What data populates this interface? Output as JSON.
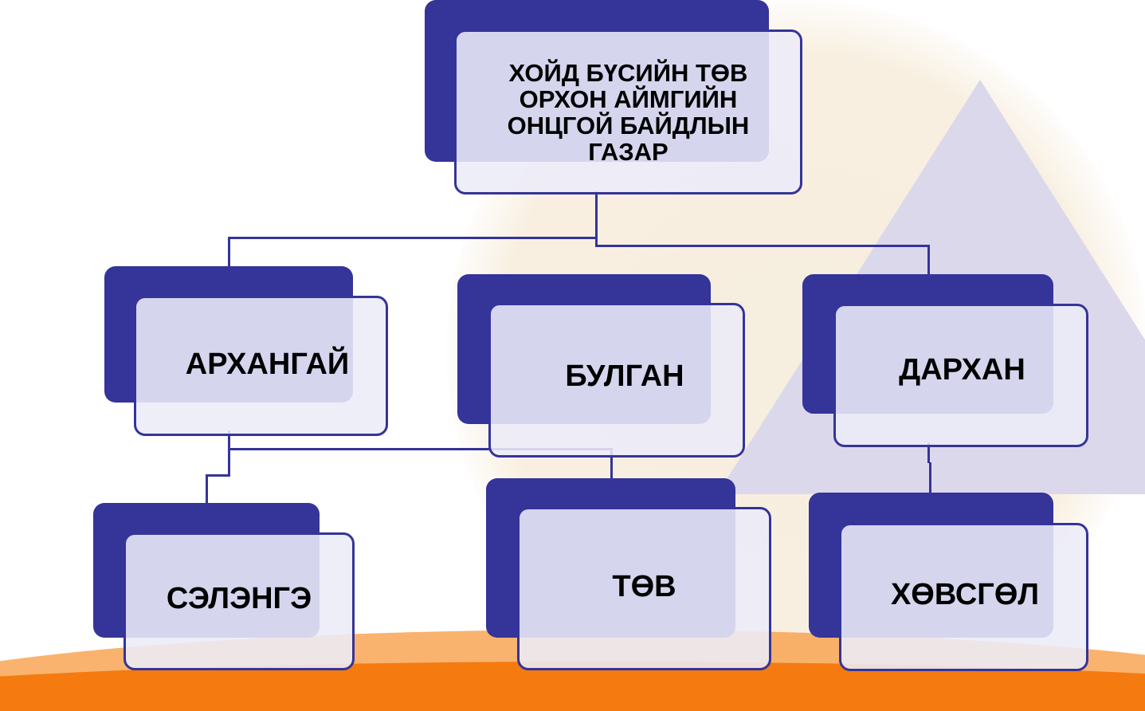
{
  "root": {
    "lines": [
      "ХОЙД БҮСИЙН ТӨВ",
      "ОРХОН АЙМГИЙН",
      "ОНЦГОЙ БАЙДЛЫН",
      "ГАЗАР"
    ]
  },
  "nodes": {
    "arkhangai": "АРХАНГАЙ",
    "bulgan": "БУЛГАН",
    "darkhan": "ДАРХАН",
    "selenge": "СЭЛЭНГЭ",
    "tov": "ТӨВ",
    "khovsgol": "ХӨВСГӨЛ"
  },
  "colors": {
    "box": "#343499",
    "fill": "#ececf8",
    "accent": "#f57a10"
  }
}
